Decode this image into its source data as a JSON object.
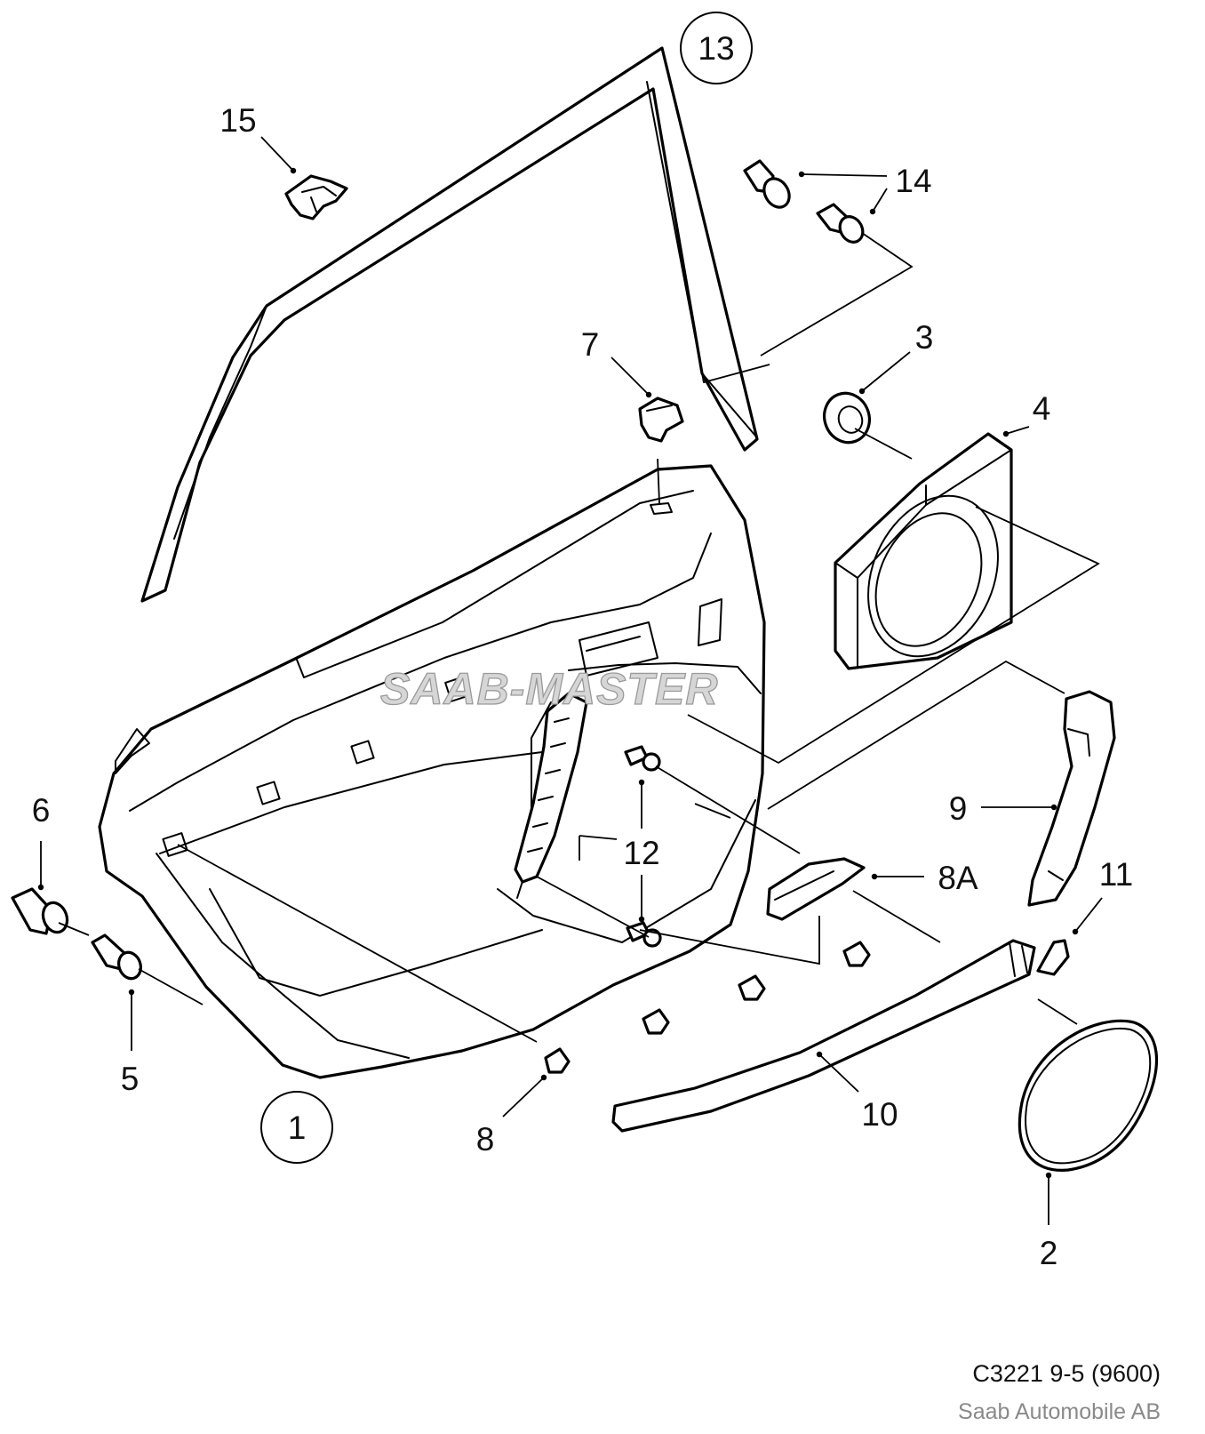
{
  "diagram": {
    "callouts": {
      "c1": "1",
      "c2": "2",
      "c3": "3",
      "c4": "4",
      "c5": "5",
      "c6": "6",
      "c7": "7",
      "c8": "8",
      "c8a": "8A",
      "c9": "9",
      "c10": "10",
      "c11": "11",
      "c12": "12",
      "c13": "13",
      "c14": "14",
      "c15": "15"
    },
    "watermark": "SAAB-MASTER",
    "reference": "C3221 9-5 (9600)",
    "publisher": "Saab Automobile AB"
  }
}
